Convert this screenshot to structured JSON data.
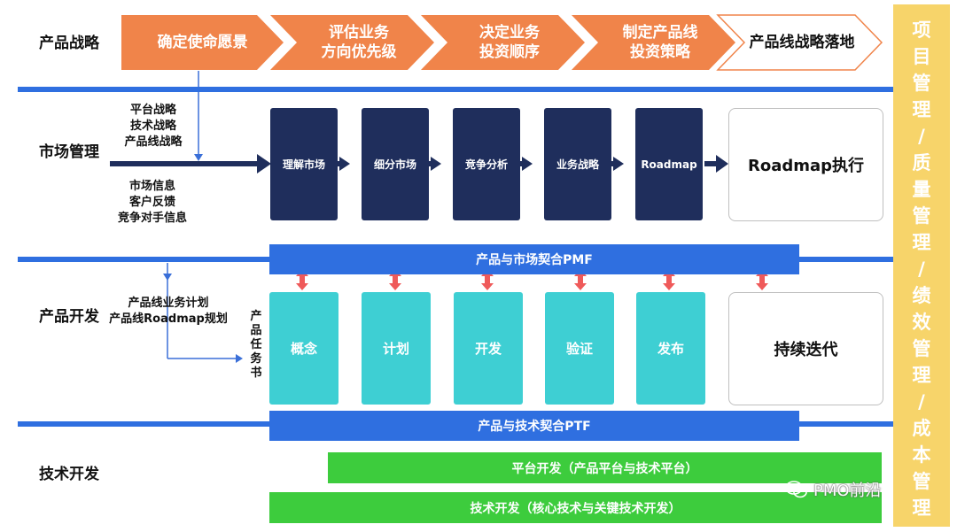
{
  "sections": {
    "strategy": "产品战略",
    "market": "市场管理",
    "product": "产品开发",
    "tech": "技术开发"
  },
  "strategy_steps": [
    "确定使命愿景",
    "评估业务\n方向优先级",
    "决定业务\n投资顺序",
    "制定产品线\n投资策略",
    "产品线战略落地"
  ],
  "market_inputs_top": [
    "平台战略",
    "技术战略",
    "产品线战略"
  ],
  "market_inputs_bottom": [
    "市场信息",
    "客户反馈",
    "竞争对手信息"
  ],
  "market_steps": [
    "理解市场",
    "细分市场",
    "竞争分析",
    "业务战略",
    "Roadmap"
  ],
  "market_result": "Roadmap执行",
  "pmf_band": "产品与市场契合PMF",
  "product_inputs": [
    "产品线业务计划",
    "产品线Roadmap规划"
  ],
  "task_book": "产品任务书",
  "product_steps": [
    "概念",
    "计划",
    "开发",
    "验证",
    "发布"
  ],
  "product_result": "持续迭代",
  "ptf_band": "产品与技术契合PTF",
  "tech_bands": [
    "平台开发（产品平台与技术平台）",
    "技术开发（核心技术与关键技术开发）"
  ],
  "sidebar": "项目管理/质量管理/绩效管理/成本管理",
  "watermark": "PMO前沿",
  "colors": {
    "orange": "#f0844a",
    "navy": "#1f2e5c",
    "teal": "#3ecfd3",
    "blue": "#2f6fe0",
    "green": "#3dcc3d",
    "yellow": "#f7d46a",
    "red_arrow": "#ef5a5a"
  }
}
